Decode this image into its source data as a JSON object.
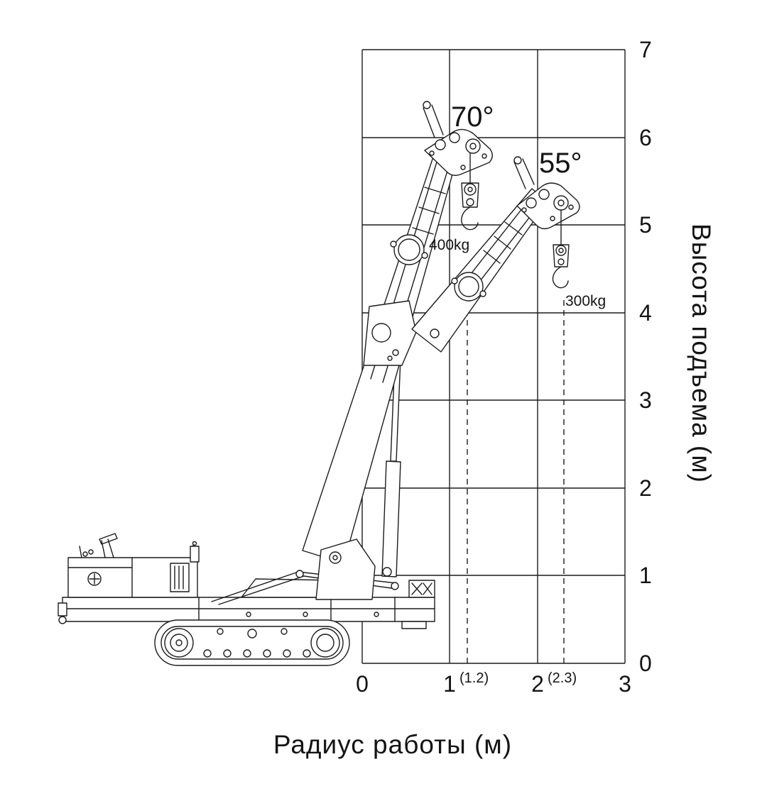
{
  "page": {
    "background": "#ffffff",
    "line_color": "#1c1c1c"
  },
  "diagram": {
    "kind": "crane-working-range-diagram",
    "illustration": "crawler-crane-side-view",
    "x_axis": {
      "label": "Радиус работы (м)",
      "ticks": [
        "0",
        "1",
        "2",
        "3"
      ],
      "radius_marks": [
        "(1.2)",
        "(2.3)"
      ],
      "range_m": [
        0,
        3
      ]
    },
    "y_axis": {
      "label": "Высота подъема (м)",
      "ticks": [
        "7",
        "6",
        "5",
        "4",
        "3",
        "2",
        "1",
        "0"
      ],
      "range_m": [
        0,
        7
      ]
    },
    "boom_positions": [
      {
        "angle": "70°",
        "capacity": "400kg",
        "radius_mark": "(1.2)"
      },
      {
        "angle": "55°",
        "capacity": "300kg",
        "radius_mark": "(2.3)"
      }
    ]
  }
}
